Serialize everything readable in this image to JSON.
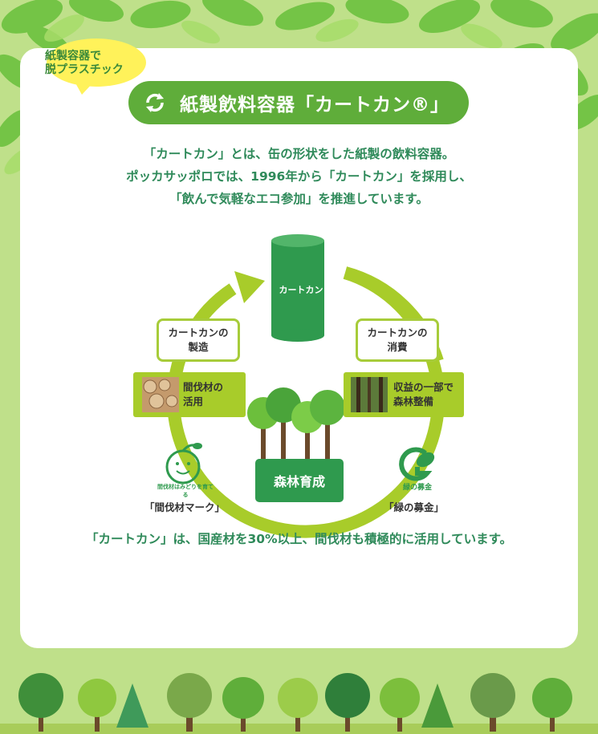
{
  "badge": {
    "line1": "紙製容器で",
    "line2": "脱プラスチック"
  },
  "title": "紙製飲料容器「カートカン®」",
  "intro": [
    "「カートカン」とは、缶の形状をした紙製の飲料容器。",
    "ポッカサッポロでは、1996年から「カートカン」を採用し、",
    "「飲んで気軽なエコ参加」を推進しています。"
  ],
  "diagram": {
    "can_label": "カートカン",
    "manufacture": {
      "line1": "カートカンの",
      "line2": "製造"
    },
    "consumption": {
      "line1": "カートカンの",
      "line2": "消費"
    },
    "thinning": {
      "line1": "間伐材の",
      "line2": "活用"
    },
    "donation": {
      "line1": "収益の一部で",
      "line2": "森林整備"
    },
    "forest": "森林育成",
    "mark_left_caption": "「間伐材マーク」",
    "mark_right_caption": "「緑の募金」",
    "mark_left_ring_text": "間伐材はみどりを育てる",
    "mark_right_inner_text": "緑の募金"
  },
  "bottom_text": "「カートカン」は、国産材を30%以上、間伐材も積極的に活用しています。",
  "colors": {
    "background": "#bfe08a",
    "accent_green": "#5fad3a",
    "cycle_green": "#a8cc2a",
    "can_green": "#2f9a4e",
    "text_green": "#2f8a5a",
    "badge_yellow": "#fff25a"
  }
}
